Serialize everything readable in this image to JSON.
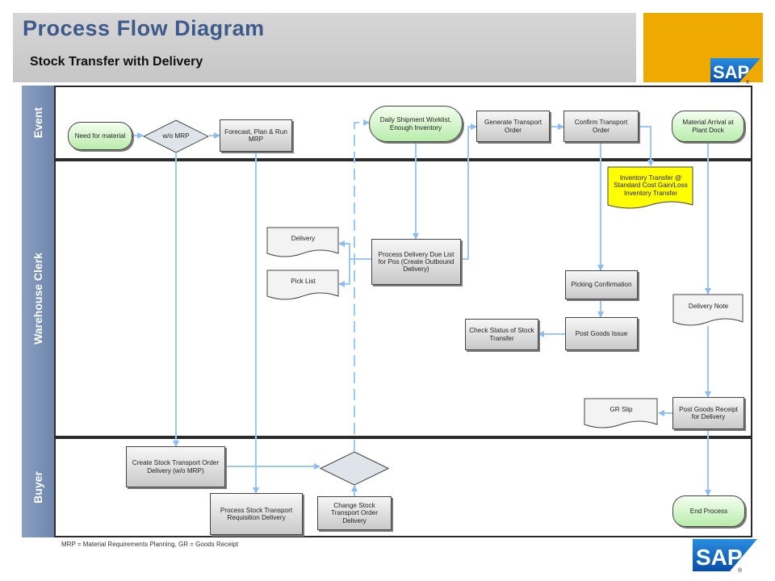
{
  "header": {
    "title": "Process Flow Diagram",
    "subtitle": "Stock Transfer with Delivery"
  },
  "brand": {
    "logo_text": "SAP",
    "accent_color": "#efaa00",
    "title_color": "#3d5a8a"
  },
  "lanes": {
    "event": "Event",
    "warehouse": "Warehouse Clerk",
    "buyer": "Buyer"
  },
  "nodes": {
    "need_for_material": "Need for material",
    "wo_mrp": "w/o MRP",
    "forecast_plan_mrp": "Forecast, Plan & Run MRP",
    "daily_shipment": "Daily Shipment Worklist, Enough Inventory",
    "generate_transport": "Generate Transport Order",
    "confirm_transport": "Confirm Transport Order",
    "material_arrival": "Material Arrival at Plant Dock",
    "inventory_transfer": "Inventory Transfer @ Standard Cost Gain/Loss Inventory Transfer",
    "delivery_doc": "Delivery",
    "pick_list": "Pick List",
    "process_delivery": "Process Delivery Due List for Pos (Create Outbound Delivery)",
    "picking_confirmation": "Picking Confirmation",
    "delivery_note": "Delivery Note",
    "check_status": "Check Status of Stock Transfer",
    "post_goods_issue": "Post Goods Issue",
    "gr_slip": "GR Slip",
    "post_goods_receipt": "Post Goods Receipt for Delivery",
    "create_sto": "Create Stock Transport Order Delivery (w/o MRP)",
    "process_sto_req": "Process Stock Transport Requisition Delivery",
    "change_sto": "Change Stock Transport Order Delivery",
    "end_process": "End Process"
  },
  "footnote": "MRP = Material Requirements Planning, GR = Goods Receipt"
}
